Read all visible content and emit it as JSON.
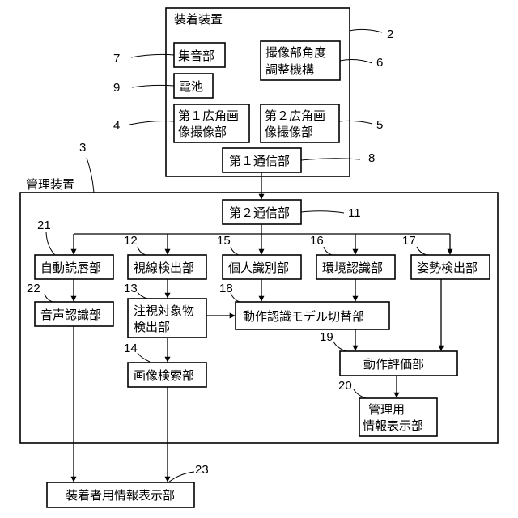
{
  "device": {
    "title": "装着装置",
    "ref": "2",
    "mic": {
      "label": "集音部",
      "ref": "7"
    },
    "battery": {
      "label": "電池",
      "ref": "9"
    },
    "cam_mech": {
      "line1": "撮像部角度",
      "line2": "調整機構",
      "ref": "6"
    },
    "cam1": {
      "line1": "第１広角画",
      "line2": "像撮像部",
      "ref": "4"
    },
    "cam2": {
      "line1": "第２広角画",
      "line2": "像撮像部",
      "ref": "5"
    },
    "comm1": {
      "label": "第１通信部",
      "ref": "8"
    }
  },
  "manager": {
    "title": "管理装置",
    "ref": "3",
    "comm2": {
      "label": "第２通信部",
      "ref": "11"
    },
    "lipread": {
      "label": "自動読唇部",
      "ref": "21"
    },
    "gaze": {
      "label": "視線検出部",
      "ref": "12"
    },
    "person_id": {
      "label": "個人識別部",
      "ref": "15"
    },
    "env": {
      "label": "環境認識部",
      "ref": "16"
    },
    "posture": {
      "label": "姿勢検出部",
      "ref": "17"
    },
    "speech": {
      "label": "音声認識部",
      "ref": "22"
    },
    "gaze_obj": {
      "line1": "注視対象物",
      "line2": "検出部",
      "ref": "13"
    },
    "model_switch": {
      "label": "動作認識モデル切替部",
      "ref": "18"
    },
    "image_search": {
      "label": "画像検索部",
      "ref": "14"
    },
    "eval": {
      "label": "動作評価部",
      "ref": "19"
    },
    "admin_display": {
      "line1": "管理用",
      "line2": "情報表示部",
      "ref": "20"
    }
  },
  "wearer_display": {
    "label": "装着者用情報表示部",
    "ref": "23"
  }
}
